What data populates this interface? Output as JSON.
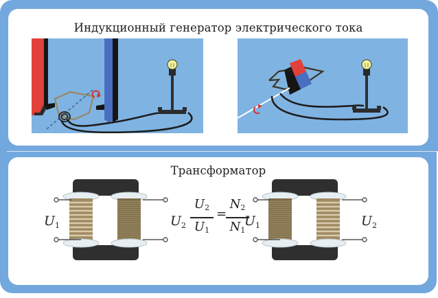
{
  "generator_section": {
    "title": "Индукционный генератор электрического тока",
    "left_scene": {
      "description": "U-shaped magnet (red and blue poles) with rotating wire frame connected to a lamp",
      "icons": [
        "magnet-icon",
        "wire-frame-icon",
        "rotation-arrow-icon",
        "lamp-icon"
      ]
    },
    "right_scene": {
      "description": "Rotating bar magnet inside wire frame connected to a lamp",
      "icons": [
        "bar-magnet-icon",
        "wire-frame-icon",
        "rotation-arrow-icon",
        "lamp-icon"
      ]
    }
  },
  "transformer_section": {
    "title": "Трансформатор",
    "left_transformer": {
      "primary_label": "U",
      "primary_sub": "1",
      "secondary_label": "U",
      "secondary_sub": "2",
      "primary_coil": "sparse-turns",
      "secondary_coil": "dense-turns"
    },
    "formula": {
      "lhs_num": "U",
      "lhs_num_sub": "2",
      "lhs_den": "U",
      "lhs_den_sub": "1",
      "equals": "=",
      "rhs_num": "N",
      "rhs_num_sub": "2",
      "rhs_den": "N",
      "rhs_den_sub": "1"
    },
    "right_transformer": {
      "primary_label": "U",
      "primary_sub": "1",
      "secondary_label": "U",
      "secondary_sub": "2",
      "primary_coil": "dense-turns",
      "secondary_coil": "sparse-turns"
    }
  },
  "colors": {
    "frame_blue": "#72a8dd",
    "scene_blue": "#7fb3e2",
    "magnet_red": "#e2403a",
    "magnet_blue": "#4a6fc0",
    "core_dark": "#2e2e2e",
    "coil_bronze": "#8a7450",
    "lamp_glow": "#f4f3a0"
  }
}
